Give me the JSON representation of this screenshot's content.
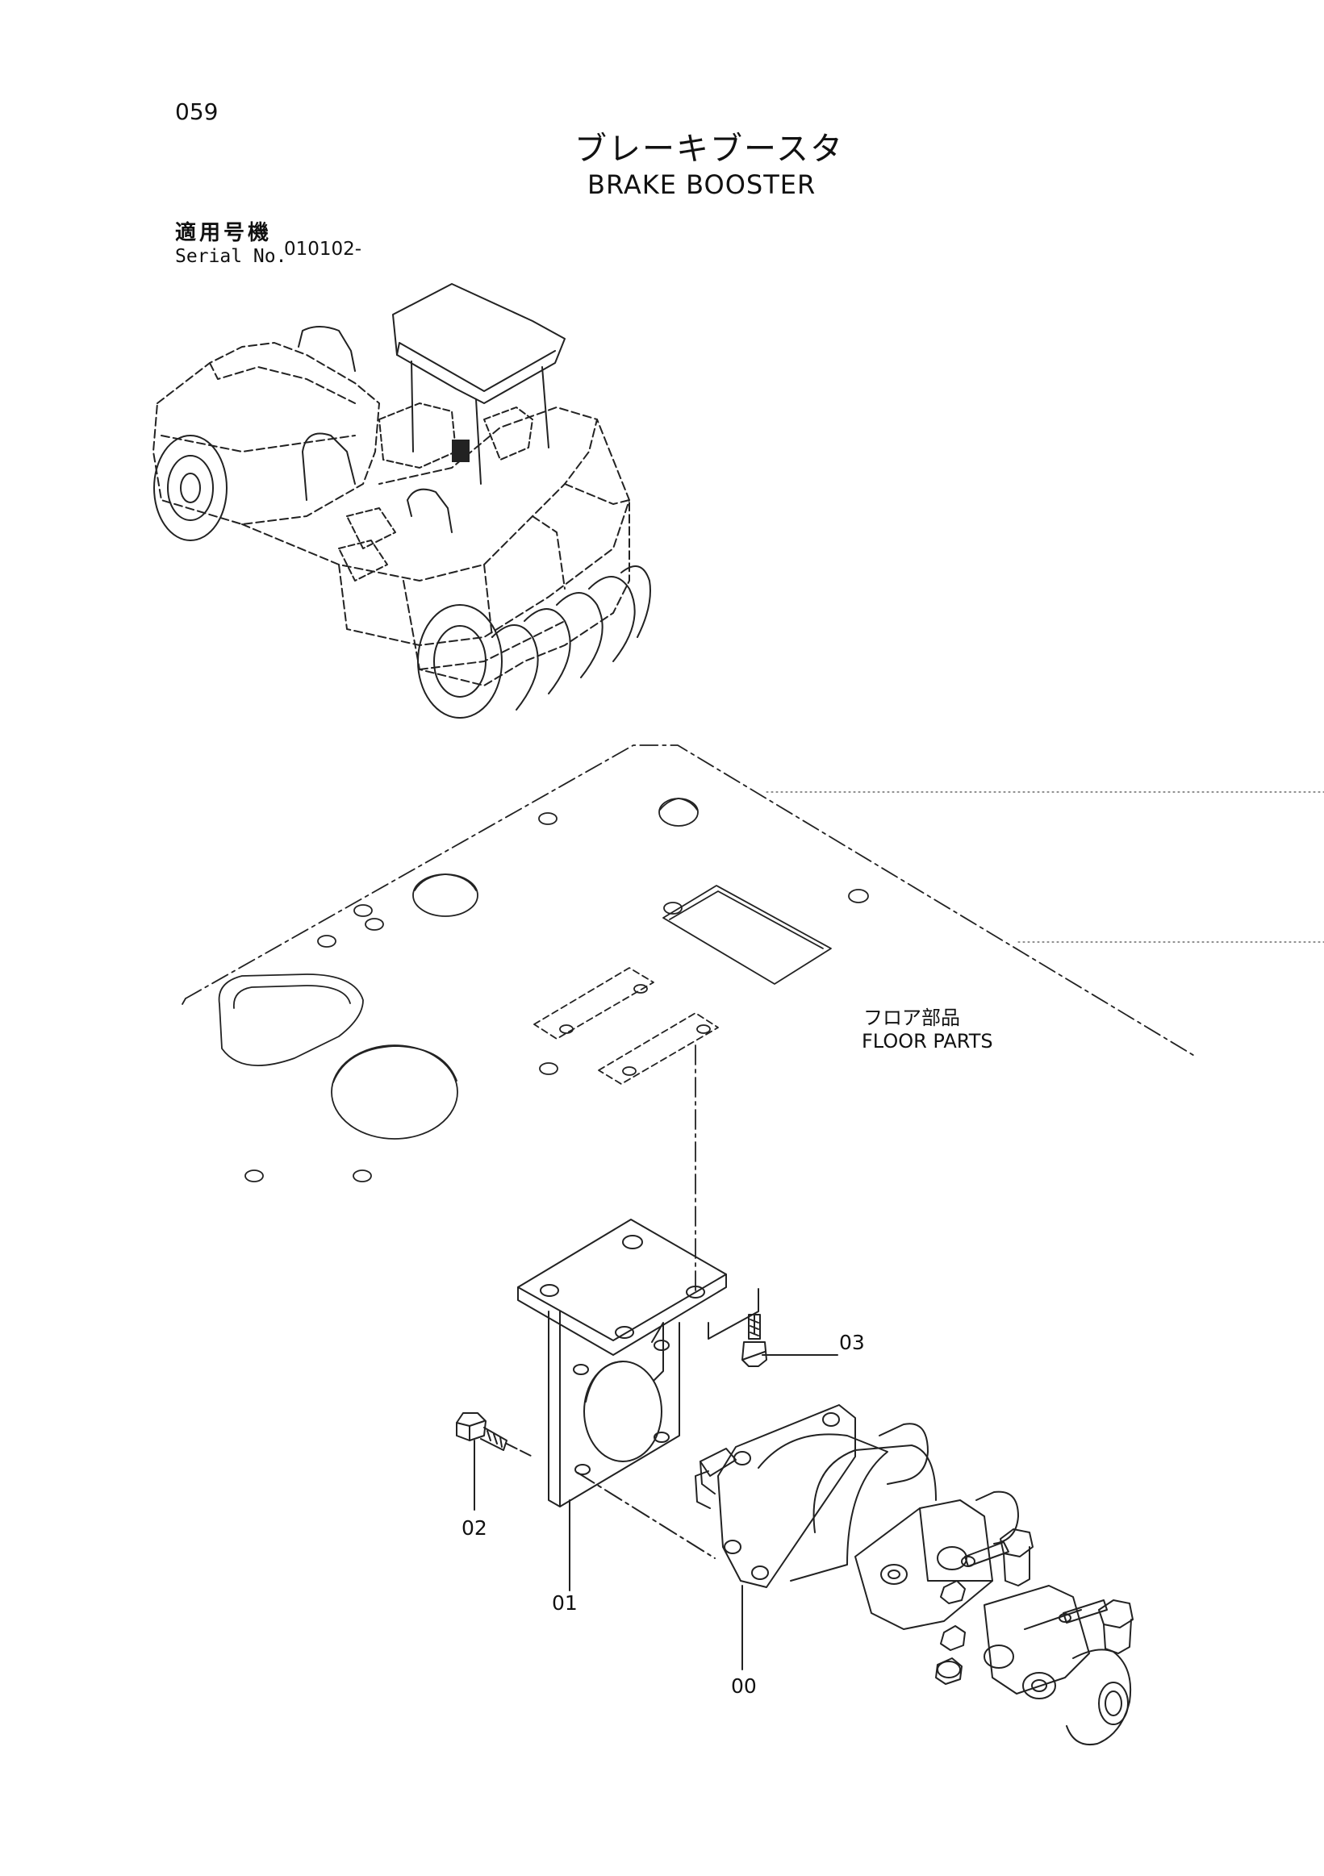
{
  "header": {
    "page_number": "059",
    "title_jp": "ブレーキブースタ",
    "title_en": "BRAKE BOOSTER"
  },
  "serial": {
    "label_jp": "適用号機",
    "label_en": "Serial No.",
    "value": "010102-"
  },
  "floor": {
    "label_jp": "フロア部品",
    "label_en": "FLOOR PARTS"
  },
  "parts": [
    {
      "number": "00",
      "name": "brake-booster"
    },
    {
      "number": "01",
      "name": "bracket"
    },
    {
      "number": "02",
      "name": "bolt"
    },
    {
      "number": "03",
      "name": "bolt"
    }
  ]
}
